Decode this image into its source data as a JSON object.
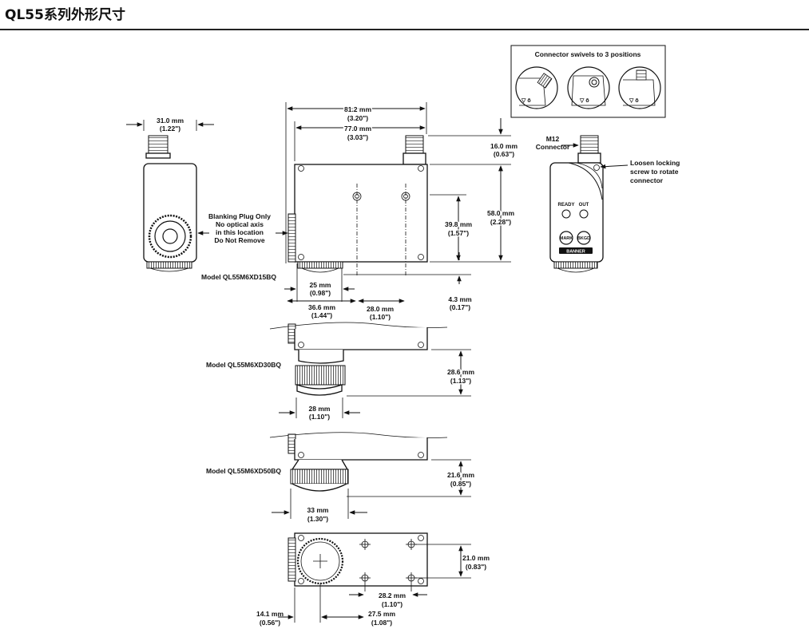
{
  "title": "QL55系列外形尺寸",
  "inset": {
    "heading": "Connector swivels to 3 positions"
  },
  "views": {
    "blanking_note": [
      "Blanking Plug Only",
      "No optical axis",
      "in this location",
      "Do Not Remove"
    ],
    "connector_label": [
      "M12",
      "Connector"
    ],
    "loosen_note": [
      "Loosen locking",
      "screw to rotate",
      "connector"
    ],
    "indicators": {
      "ready": "READY",
      "out": "OUT"
    },
    "buttons": {
      "mark": "MARK",
      "bkgd": "BKGD"
    },
    "brand": "BANNER"
  },
  "models": {
    "m15": "Model QL55M6XD15BQ",
    "m30": "Model QL55M6XD30BQ",
    "m50": "Model QL55M6XD50BQ"
  },
  "dims": {
    "d31": [
      "31.0 mm",
      "(1.22\")"
    ],
    "d81": [
      "81.2 mm",
      "(3.20\")"
    ],
    "d77": [
      "77.0 mm",
      "(3.03\")"
    ],
    "d16": [
      "16.0 mm",
      "(0.63\")"
    ],
    "d398": [
      "39.8 mm",
      "(1.57\")"
    ],
    "d58": [
      "58.0 mm",
      "(2.28\")"
    ],
    "d25": [
      "25 mm",
      "(0.98\")"
    ],
    "d366": [
      "36.6 mm",
      "(1.44\")"
    ],
    "d280": [
      "28.0 mm",
      "(1.10\")"
    ],
    "d43": [
      "4.3 mm",
      "(0.17\")"
    ],
    "d286": [
      "28.6 mm",
      "(1.13\")"
    ],
    "d28": [
      "28 mm",
      "(1.10\")"
    ],
    "d216": [
      "21.6 mm",
      "(0.85\")"
    ],
    "d33": [
      "33 mm",
      "(1.30\")"
    ],
    "d210": [
      "21.0 mm",
      "(0.83\")"
    ],
    "d282": [
      "28.2 mm",
      "(1.10\")"
    ],
    "d141": [
      "14.1 mm",
      "(0.56\")"
    ],
    "d275": [
      "27.5 mm",
      "(1.08\")"
    ]
  }
}
